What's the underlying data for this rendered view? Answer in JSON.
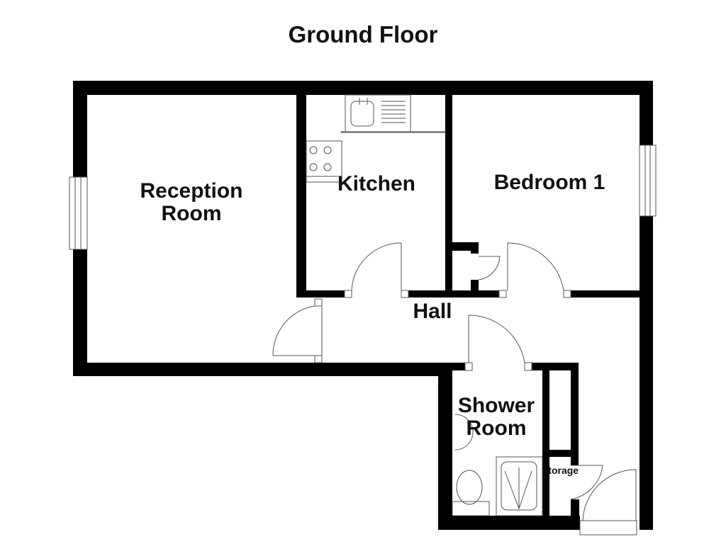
{
  "title": "Ground Floor",
  "rooms": {
    "reception": "Reception\nRoom",
    "kitchen": "Kitchen",
    "bedroom": "Bedroom 1",
    "hall": "Hall",
    "shower": "Shower\nRoom",
    "storage": "Storage"
  },
  "colors": {
    "wall": "#000000",
    "fixture": "#555555",
    "background": "#ffffff"
  }
}
